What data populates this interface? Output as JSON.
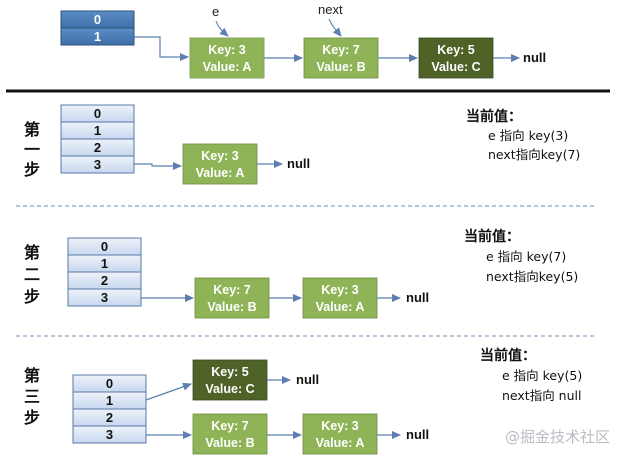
{
  "top": {
    "buckets": [
      "0",
      "1"
    ],
    "nodes": [
      {
        "key": "Key: 3",
        "value": "Value: A"
      },
      {
        "key": "Key: 7",
        "value": "Value: B"
      },
      {
        "key": "Key: 5",
        "value": "Value: C"
      }
    ],
    "pointer_e": "e",
    "pointer_next": "next",
    "null": "null"
  },
  "steps": [
    {
      "label": [
        "第",
        "一",
        "步"
      ],
      "buckets": [
        "0",
        "1",
        "2",
        "3"
      ],
      "chains": [
        {
          "bucket": "3",
          "nodes": [
            {
              "key": "Key: 3",
              "value": "Value: A"
            }
          ],
          "end": "null"
        }
      ],
      "current": {
        "title": "当前值：",
        "lines": [
          "e 指向 key(3)",
          "next指向key(7)"
        ]
      }
    },
    {
      "label": [
        "第",
        "二",
        "步"
      ],
      "buckets": [
        "0",
        "1",
        "2",
        "3"
      ],
      "chains": [
        {
          "bucket": "3",
          "nodes": [
            {
              "key": "Key: 7",
              "value": "Value: B"
            },
            {
              "key": "Key: 3",
              "value": "Value: A"
            }
          ],
          "end": "null"
        }
      ],
      "current": {
        "title": "当前值：",
        "lines": [
          "e 指向 key(7)",
          "next指向key(5)"
        ]
      }
    },
    {
      "label": [
        "第",
        "三",
        "步"
      ],
      "buckets": [
        "0",
        "1",
        "2",
        "3"
      ],
      "chains": [
        {
          "bucket": "1",
          "nodes": [
            {
              "key": "Key: 5",
              "value": "Value: C"
            }
          ],
          "end": "null"
        },
        {
          "bucket": "3",
          "nodes": [
            {
              "key": "Key: 7",
              "value": "Value: B"
            },
            {
              "key": "Key: 3",
              "value": "Value: A"
            }
          ],
          "end": "null"
        }
      ],
      "current": {
        "title": "当前值：",
        "lines": [
          "e 指向 key(5)",
          "next指向 null"
        ]
      }
    }
  ],
  "watermark": "@掘金技术社区",
  "colors": {
    "node_light": "#8fb457",
    "node_dark": "#4f6228",
    "bucket_top": "#4f81bd",
    "bucket_fill": "#dce6f2",
    "arrow": "#5b7fb0"
  }
}
